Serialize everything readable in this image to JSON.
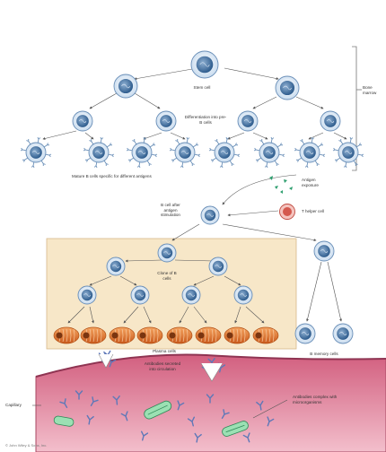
{
  "labels": {
    "stem_cell": "Stem cell",
    "bone_marrow": "Bone marrow",
    "differentiation": "Differentiation into pre-B cells",
    "mature_b_cells": "Mature B cells specific for different antigens",
    "antigen_exposure": "Antigen exposure",
    "b_cell_stimulated": "B cell after antigen stimulation",
    "t_helper": "T helper cell",
    "clone_b_cells": "Clone of B cells",
    "plasma_cells": "Plasma cells",
    "memory_cells": "B memory cells",
    "antibodies_secreted": "Antibodies secreted into circulation",
    "capillary": "Capillary",
    "antibodies_complex": "Antibodies complex with microorganisms",
    "credit": "© John Wiley & Sons, Inc."
  },
  "colors": {
    "cell_fill": "#e4eef8",
    "cell_stroke": "#6a8fb8",
    "nucleus": "#3f6fa0",
    "plasma_cell": "#e0762f",
    "clone_box": "#f7e7c8",
    "tissue": "#d8708c",
    "t_helper": "#d4594e",
    "antigen": "#2d9e6e",
    "microorganism": "#6fc48f",
    "antibody": "#5e78b8"
  },
  "icons": [
    "stem-cell-icon",
    "b-cell-icon",
    "mature-b-cell-icon",
    "plasma-cell-icon",
    "memory-cell-icon",
    "t-helper-cell-icon",
    "antigen-icon",
    "antibody-icon",
    "microorganism-icon"
  ]
}
